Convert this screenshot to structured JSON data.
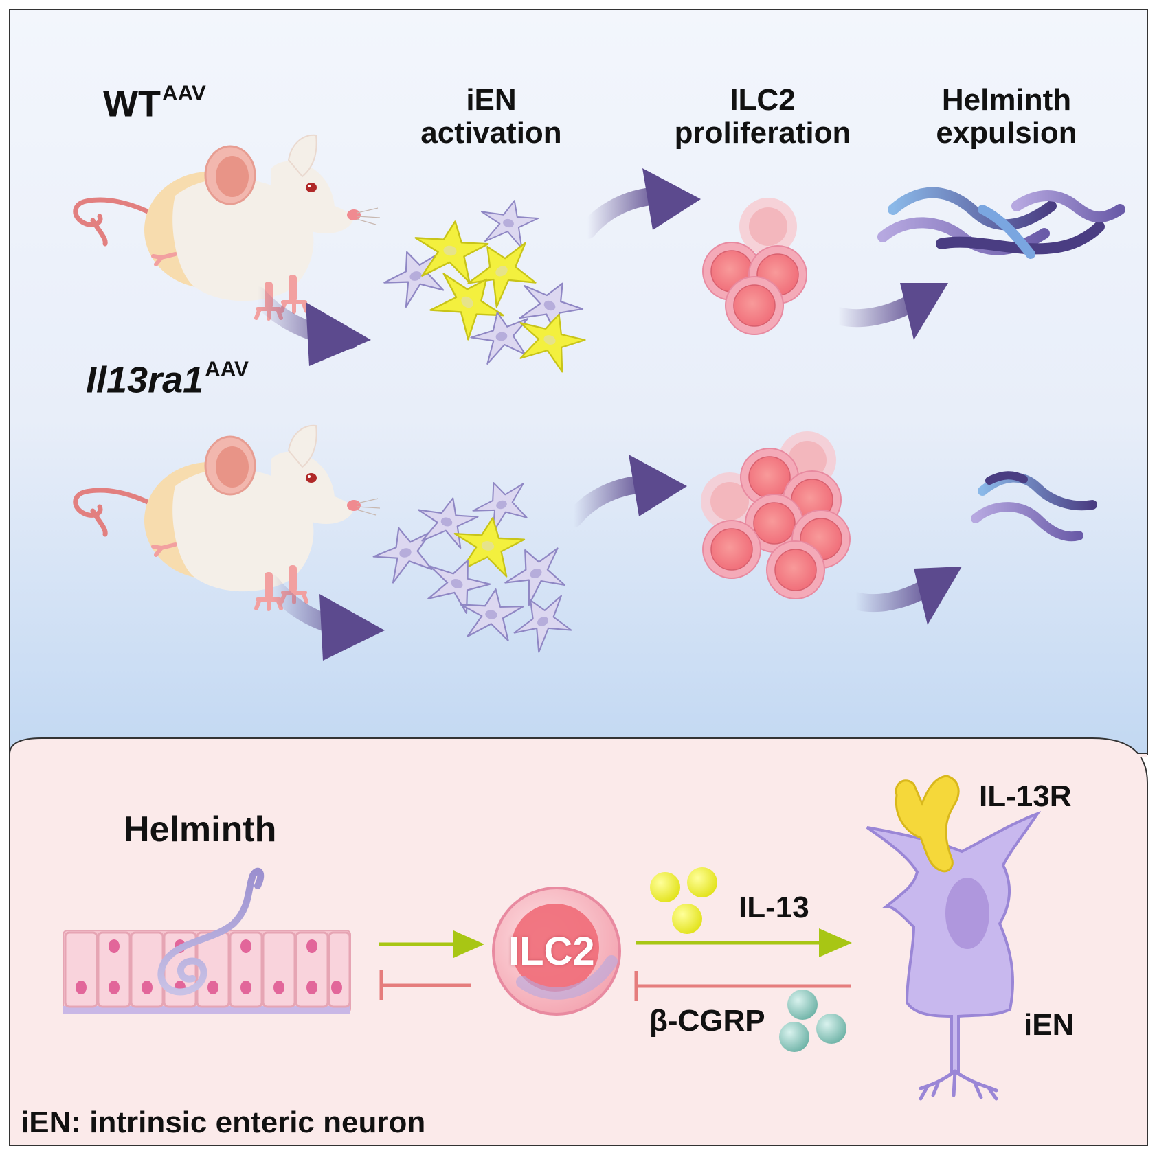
{
  "top_panel": {
    "wt_label": "WT",
    "wt_superscript": "AAV",
    "ko_label": "Il13ra1",
    "ko_superscript": "AAV",
    "headers": [
      "iEN\nactivation",
      "ILC2\nproliferation",
      "Helminth\nexpulsion"
    ]
  },
  "bottom_panel": {
    "helminth_label": "Helminth",
    "ilc2_label": "ILC2",
    "il13_label": "IL-13",
    "il13r_label": "IL-13R",
    "bcgrp_label": "β-CGRP",
    "ien_label": "iEN",
    "footnote": "iEN: intrinsic enteric neuron"
  },
  "colors": {
    "top_bg_start": "#f2f5fb",
    "top_bg_end": "#c9ddf4",
    "bottom_bg": "#fbe9e9",
    "arrow_purple": "#5c4a8e",
    "activated_neuron": "#f1ee3c",
    "resting_neuron": "#d9d4ee",
    "ilc2_pink": "#f08080",
    "green_arrow": "#a8c614",
    "inhibit_red": "#e57d7d",
    "ien_purple": "#c8b8ee",
    "il13r_yellow": "#f5d83a"
  }
}
